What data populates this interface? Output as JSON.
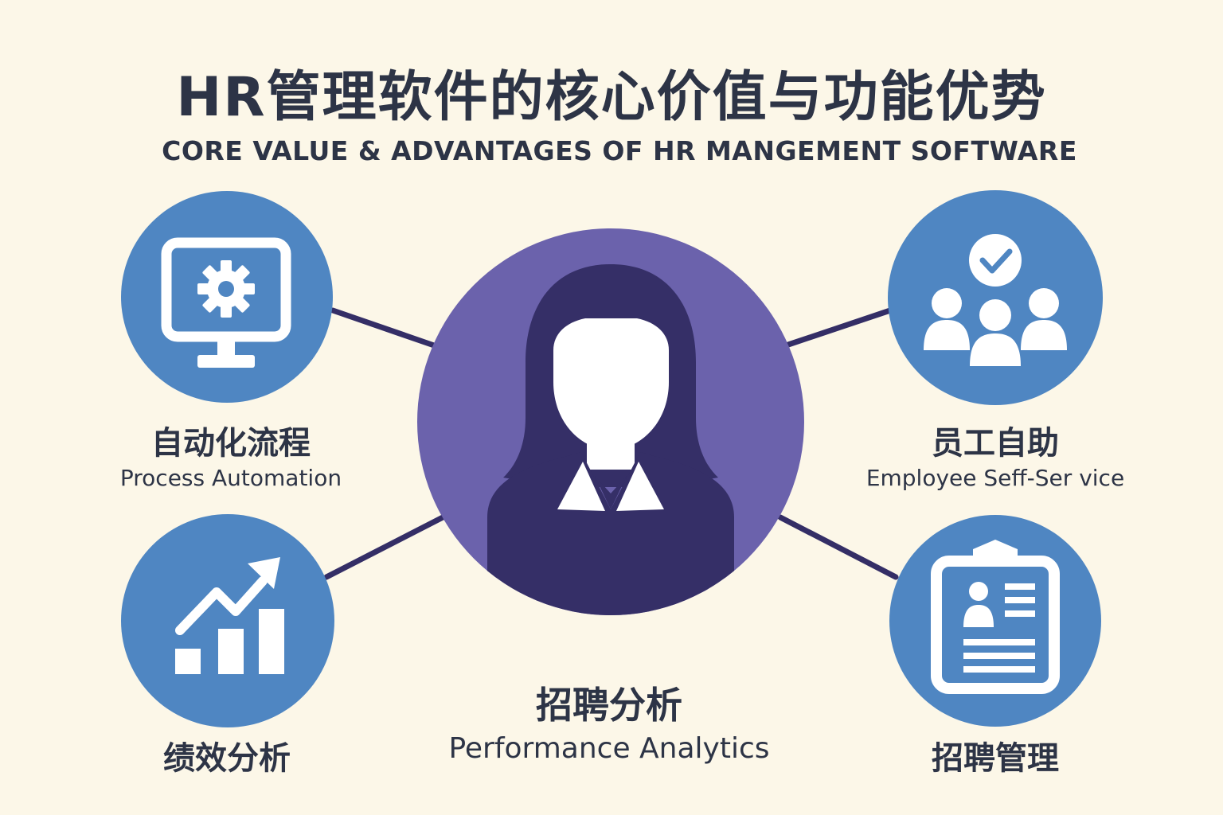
{
  "header": {
    "title": "HR管理软件的核心价值与功能优势",
    "subtitle": "CORE VALUE & ADVANTAGES OF HR MANGEMENT SOFTWARE"
  },
  "colors": {
    "background": "#fcf7e8",
    "node_blue": "#4f86c2",
    "center_purple": "#6b62ac",
    "figure_dark": "#352f67",
    "connector": "#342e66",
    "text": "#2d3446"
  },
  "center": {
    "icon": "person-silhouette-icon"
  },
  "nodes": {
    "process_automation": {
      "icon": "monitor-gear-icon",
      "cn": "自动化流程",
      "en": "Process Automation"
    },
    "employee_self_service": {
      "icon": "team-check-icon",
      "cn": "员工自助",
      "en": "Employee Seff-Ser vice"
    },
    "performance_analytics": {
      "icon": "growth-chart-icon",
      "cn": "绩效分析"
    },
    "recruitment_management": {
      "icon": "resume-clipboard-icon",
      "cn": "招聘管理"
    }
  },
  "center_caption": {
    "cn": "招聘分析",
    "en": "Performance Analytics"
  }
}
